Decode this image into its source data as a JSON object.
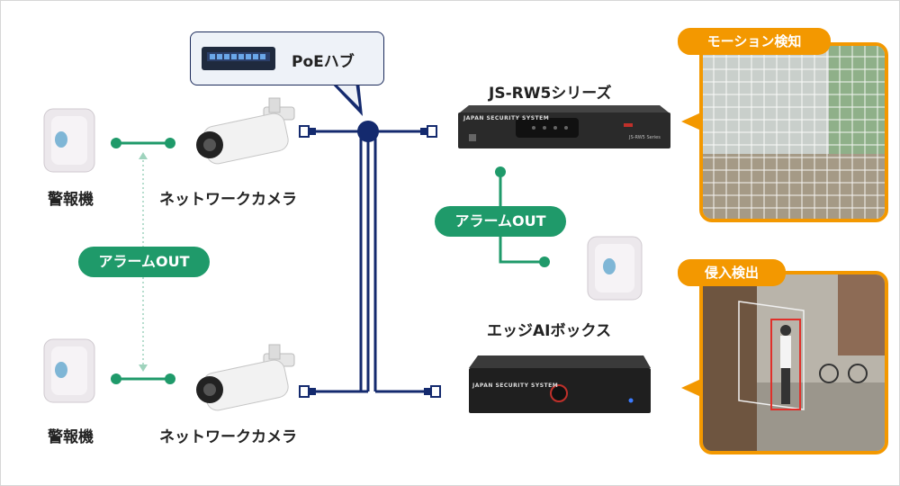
{
  "hub": {
    "label": "PoEハブ"
  },
  "cameras": [
    {
      "label": "ネットワークカメラ"
    },
    {
      "label": "ネットワークカメラ"
    }
  ],
  "alarms": [
    {
      "label": "警報機"
    },
    {
      "label": "警報機"
    }
  ],
  "recorder": {
    "label": "JS-RW5シリーズ",
    "brand": "JAPAN SECURITY SYSTEM",
    "model_text": "JS-RW5 Series"
  },
  "edge_box": {
    "label": "エッジAIボックス",
    "brand": "JAPAN SECURITY SYSTEM"
  },
  "alarm_out_left": {
    "label": "アラームOUT"
  },
  "alarm_out_right": {
    "label": "アラームOUT"
  },
  "motion": {
    "label": "モーション検知"
  },
  "intrusion": {
    "label": "侵入検出"
  },
  "colors": {
    "navy": "#142a6e",
    "green": "#1f9a6a",
    "orange": "#f39800"
  }
}
